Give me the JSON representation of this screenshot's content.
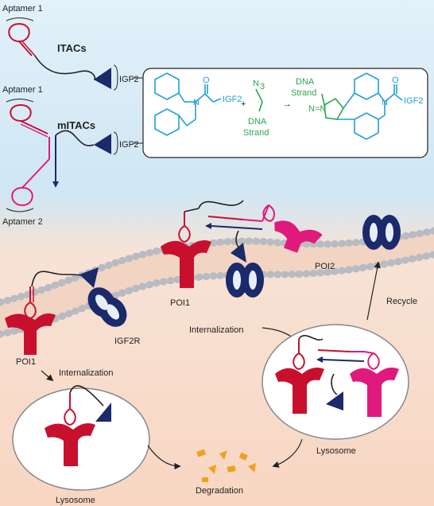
{
  "labels": {
    "aptamer1_top": "Aptamer 1",
    "itacs": "ITACs",
    "igf2_a": "IGF2",
    "aptamer1_mid": "Aptamer 1",
    "mitacs": "mITACs",
    "igf2_b": "IGF2",
    "aptamer2": "Aptamer 2",
    "poi1_left": "POI1",
    "igf2r": "IGF2R",
    "internalization_left": "Internalization",
    "poi1_center": "POI1",
    "internalization_center": "Internalization",
    "poi2": "POI2",
    "recycle": "Recycle",
    "lysosome_left": "Lysosome",
    "lysosome_right": "Lysosome",
    "degradation": "Degradation"
  },
  "reaction": {
    "reactant1_group": "IGF2",
    "n_atom": "N",
    "o_atom": "O",
    "plus": "+",
    "azide": "N",
    "azide_sub": "3",
    "reactant2_line1": "DNA",
    "reactant2_line2": "Strand",
    "arrow": "→",
    "product_dna_line1": "DNA",
    "product_dna_line2": "Strand",
    "product_group": "IGF2",
    "product_n": "N",
    "product_o": "O",
    "triazole": "N=N"
  },
  "colors": {
    "bg_top": "#dbeef8",
    "bg_bottom": "#f9dccb",
    "poi1": "#c8102e",
    "poi2": "#e0197d",
    "igf2r": "#1b2a6b",
    "aptamer_red": "#c8102e",
    "aptamer_pink": "#e0197d",
    "strand_blue": "#1b2a6b",
    "degradation": "#f0a020",
    "chem_cyan": "#1f9fd6",
    "chem_green": "#2aa84a"
  }
}
